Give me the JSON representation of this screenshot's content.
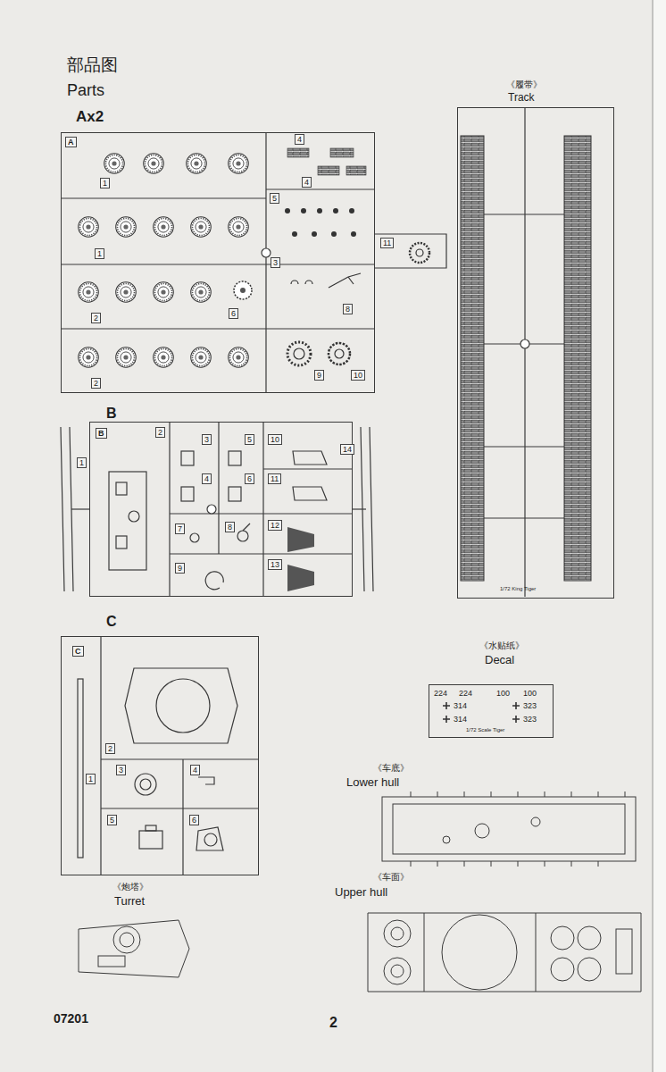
{
  "diagram": {
    "title": "部品图",
    "nodes": [
      {
        "text": [
          "Ax2",
          "A"
        ]
      },
      {
        "text": [
          "B",
          "B"
        ]
      },
      {
        "text": [
          "C",
          "C"
        ]
      },
      {
        "text": [
          "《履带》",
          "Track"
        ]
      },
      {
        "text": [
          "《水贴纸》",
          "Decal"
        ]
      }
    ],
    "labels": [
      "Parts",
      "1",
      "1",
      "2",
      "6",
      "2",
      "4",
      "4",
      "5",
      "3",
      "8",
      "9",
      "10",
      "11",
      "1",
      "2",
      "3",
      "4",
      "5",
      "6",
      "7",
      "8",
      "9",
      "10",
      "11",
      "12",
      "13",
      "14",
      "1",
      "2",
      "3",
      "4",
      "5",
      "6",
      "1/72 King Tiger",
      "224",
      "224",
      "100",
      "100",
      "314",
      "323",
      "314",
      "323",
      "1/72 Scale Tiger",
      "《车底》",
      "Lower hull",
      "《车面》",
      "Upper hull",
      "《炮塔》",
      "Turret",
      "07201",
      "2"
    ]
  }
}
